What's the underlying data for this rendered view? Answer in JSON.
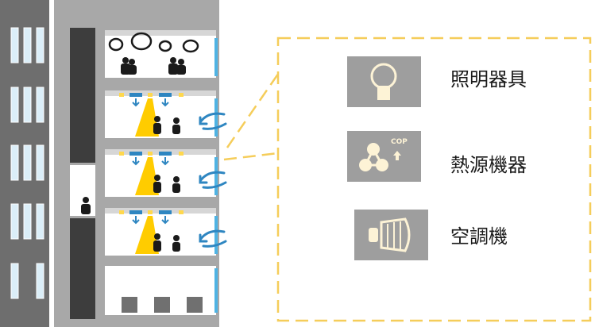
{
  "legend": {
    "items": [
      {
        "label": "照明器具",
        "icon": "light-bulb-icon"
      },
      {
        "label": "熱源機器",
        "icon": "heat-source-icon",
        "badge": "COP"
      },
      {
        "label": "空調機",
        "icon": "air-handler-icon"
      }
    ]
  },
  "colors": {
    "building_wall": "#a8a8a8",
    "floor_slab": "#bdbdbd",
    "room_bg": "#ffffff",
    "core_dark": "#3d3d3d",
    "window_blue": "#dbeef8",
    "accent_blue": "#2e86c1",
    "light_yellow": "#ffcc00",
    "legend_border": "#f5cd5a",
    "icon_bg": "#9e9e9e",
    "icon_fg": "#fdf3d6"
  }
}
